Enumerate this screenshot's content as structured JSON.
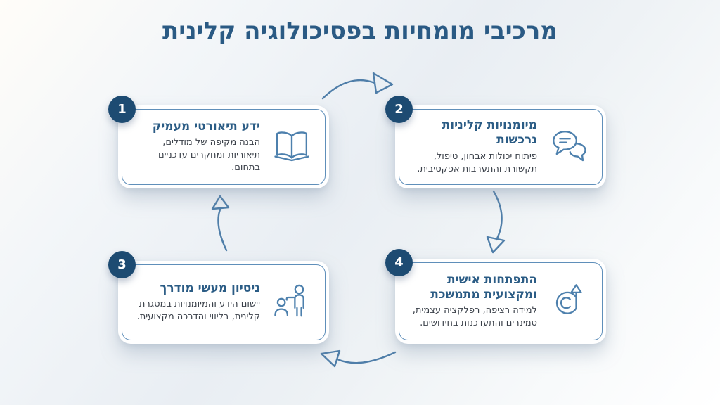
{
  "title": "מרכיבי מומחיות בפסיכולוגיה קלינית",
  "cards": [
    {
      "number": "1",
      "title": "ידע תיאורטי מעמיק",
      "body": "הבנה מקיפה של מודלים, תיאוריות ומחקרים עדכניים בתחום.",
      "icon": "open-book-icon"
    },
    {
      "number": "2",
      "title": "מיומנויות קליניות נרכשות",
      "body": "פיתוח יכולות אבחון, טיפול, תקשורת והתערבות אפקטיבית.",
      "icon": "chat-bubbles-icon"
    },
    {
      "number": "3",
      "title": "ניסיון מעשי מודרך",
      "body": "יישום הידע והמיומנויות במסגרת קלינית, בליווי והדרכה מקצועית.",
      "icon": "mentor-people-icon"
    },
    {
      "number": "4",
      "title": "התפתחות אישית ומקצועית מתמשכת",
      "body": "למידה רציפה, רפלקציה עצמית, סמינרים והתעדכנות בחידושים.",
      "icon": "growth-cycle-arrow-icon"
    }
  ],
  "colors": {
    "title_text": "#2a5a84",
    "badge_background": "#1d4b72",
    "badge_text": "#ffffff",
    "card_border": "#5f8fba",
    "card_title_text": "#2b5c85",
    "card_body_text": "#3a4049",
    "icon_stroke": "#4d80ad",
    "arrow_stroke": "#4f7ea9",
    "card_background": "#ffffff"
  }
}
